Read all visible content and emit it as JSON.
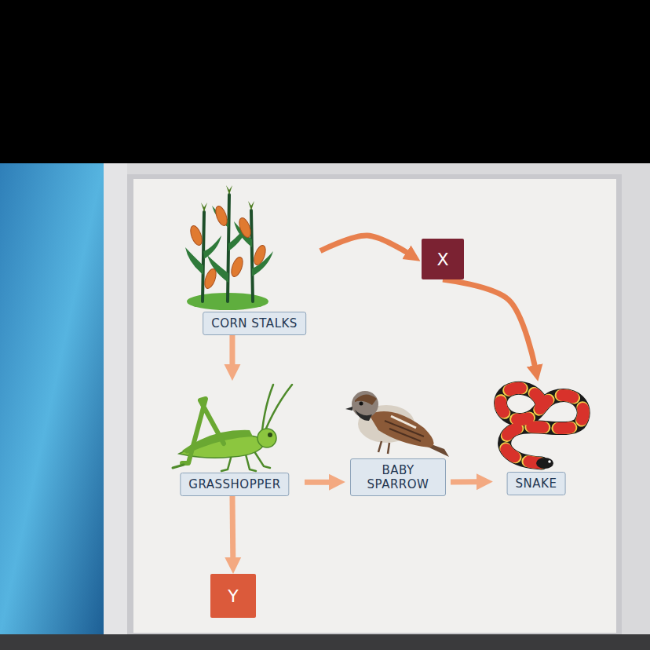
{
  "diagram": {
    "nodes": [
      {
        "text": [
          "CORN STALKS"
        ]
      },
      {
        "text": [
          "X"
        ]
      },
      {
        "text": [
          "GRASSHOPPER"
        ]
      },
      {
        "text": [
          "BABY SPARROW"
        ]
      },
      {
        "text": [
          "SNAKE"
        ]
      },
      {
        "text": [
          "Y"
        ]
      }
    ],
    "edges": [
      {
        "from": 0,
        "to": 1,
        "arrow": "to"
      },
      {
        "from": 1,
        "to": 4,
        "arrow": "to"
      },
      {
        "from": 0,
        "to": 2,
        "arrow": "to"
      },
      {
        "from": 2,
        "to": 3,
        "arrow": "to"
      },
      {
        "from": 3,
        "to": 4,
        "arrow": "to"
      },
      {
        "from": 2,
        "to": 5,
        "arrow": "to"
      }
    ]
  }
}
